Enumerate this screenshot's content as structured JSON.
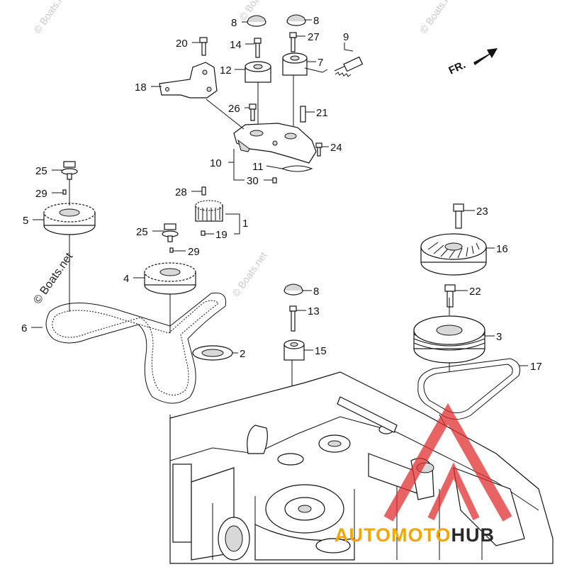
{
  "callouts": [
    {
      "id": "c1",
      "text": "1"
    },
    {
      "id": "c2",
      "text": "2"
    },
    {
      "id": "c3",
      "text": "3"
    },
    {
      "id": "c4",
      "text": "4"
    },
    {
      "id": "c5",
      "text": "5"
    },
    {
      "id": "c6",
      "text": "6"
    },
    {
      "id": "c7",
      "text": "7"
    },
    {
      "id": "c8a",
      "text": "8"
    },
    {
      "id": "c8b",
      "text": "8"
    },
    {
      "id": "c8c",
      "text": "8"
    },
    {
      "id": "c9",
      "text": "9"
    },
    {
      "id": "c10",
      "text": "10"
    },
    {
      "id": "c11",
      "text": "11"
    },
    {
      "id": "c12",
      "text": "12"
    },
    {
      "id": "c13",
      "text": "13"
    },
    {
      "id": "c14",
      "text": "14"
    },
    {
      "id": "c15",
      "text": "15"
    },
    {
      "id": "c16",
      "text": "16"
    },
    {
      "id": "c17",
      "text": "17"
    },
    {
      "id": "c18",
      "text": "18"
    },
    {
      "id": "c19",
      "text": "19"
    },
    {
      "id": "c20",
      "text": "20"
    },
    {
      "id": "c21",
      "text": "21"
    },
    {
      "id": "c22",
      "text": "22"
    },
    {
      "id": "c23",
      "text": "23"
    },
    {
      "id": "c24",
      "text": "24"
    },
    {
      "id": "c25a",
      "text": "25"
    },
    {
      "id": "c25b",
      "text": "25"
    },
    {
      "id": "c26",
      "text": "26"
    },
    {
      "id": "c27",
      "text": "27"
    },
    {
      "id": "c28",
      "text": "28"
    },
    {
      "id": "c29a",
      "text": "29"
    },
    {
      "id": "c29b",
      "text": "29"
    },
    {
      "id": "c30",
      "text": "30"
    }
  ],
  "direction_label": "FR.",
  "watermarks": {
    "boats": "© Boats.net",
    "brand_left": "AUTO",
    "brand_mid": "MOTO",
    "brand_right": "HUB"
  },
  "colors": {
    "line": "#111111",
    "watermark_gray": "#c9c9c9",
    "brand_red": "#e03030",
    "brand_yellow": "#f2a600"
  }
}
